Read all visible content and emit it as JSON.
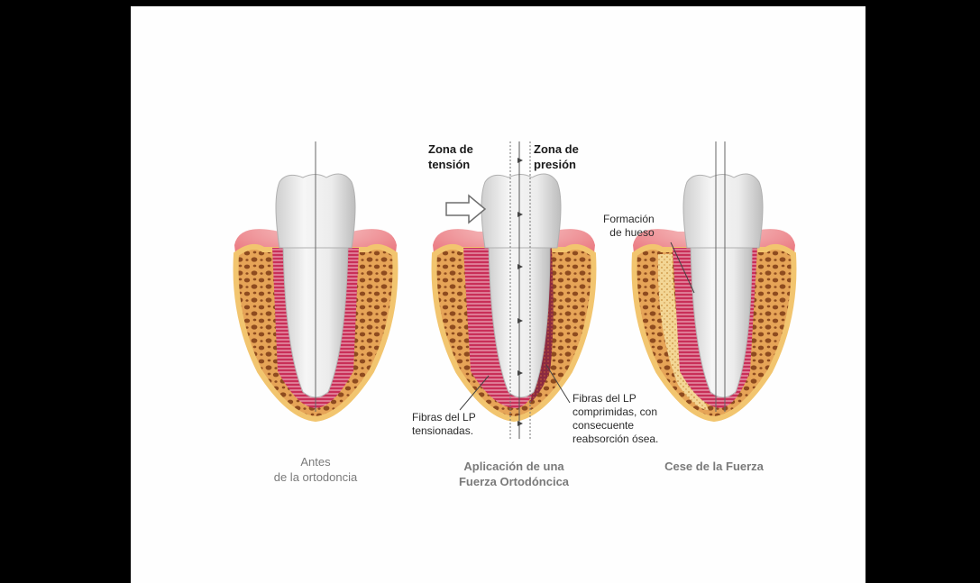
{
  "labels": {
    "zona_tension": "Zona de\ntensión",
    "zona_presion": "Zona de\npresión",
    "formacion_hueso": "Formación\nde hueso",
    "fibras_tensionadas": "Fibras del LP\ntensionadas.",
    "fibras_comprimidas": "Fibras del LP\ncomprimidas, con\nconsecuente\nreabsorción ósea."
  },
  "captions": {
    "antes": "Antes\nde la ortodoncia",
    "aplicacion": "Aplicación de una\nFuerza Ortodóncica",
    "cese": "Cese de la Fuerza"
  },
  "colors": {
    "frame": "#000000",
    "slide": "#fefefe",
    "gum": "#e9747c",
    "bone": "#e3a355",
    "bone_pores": "#8b4a1e",
    "ligament": "#c92f58",
    "tooth": "#eeeeee",
    "arrow": "#6e6e6e"
  },
  "icons": [
    "force-arrow-icon"
  ]
}
